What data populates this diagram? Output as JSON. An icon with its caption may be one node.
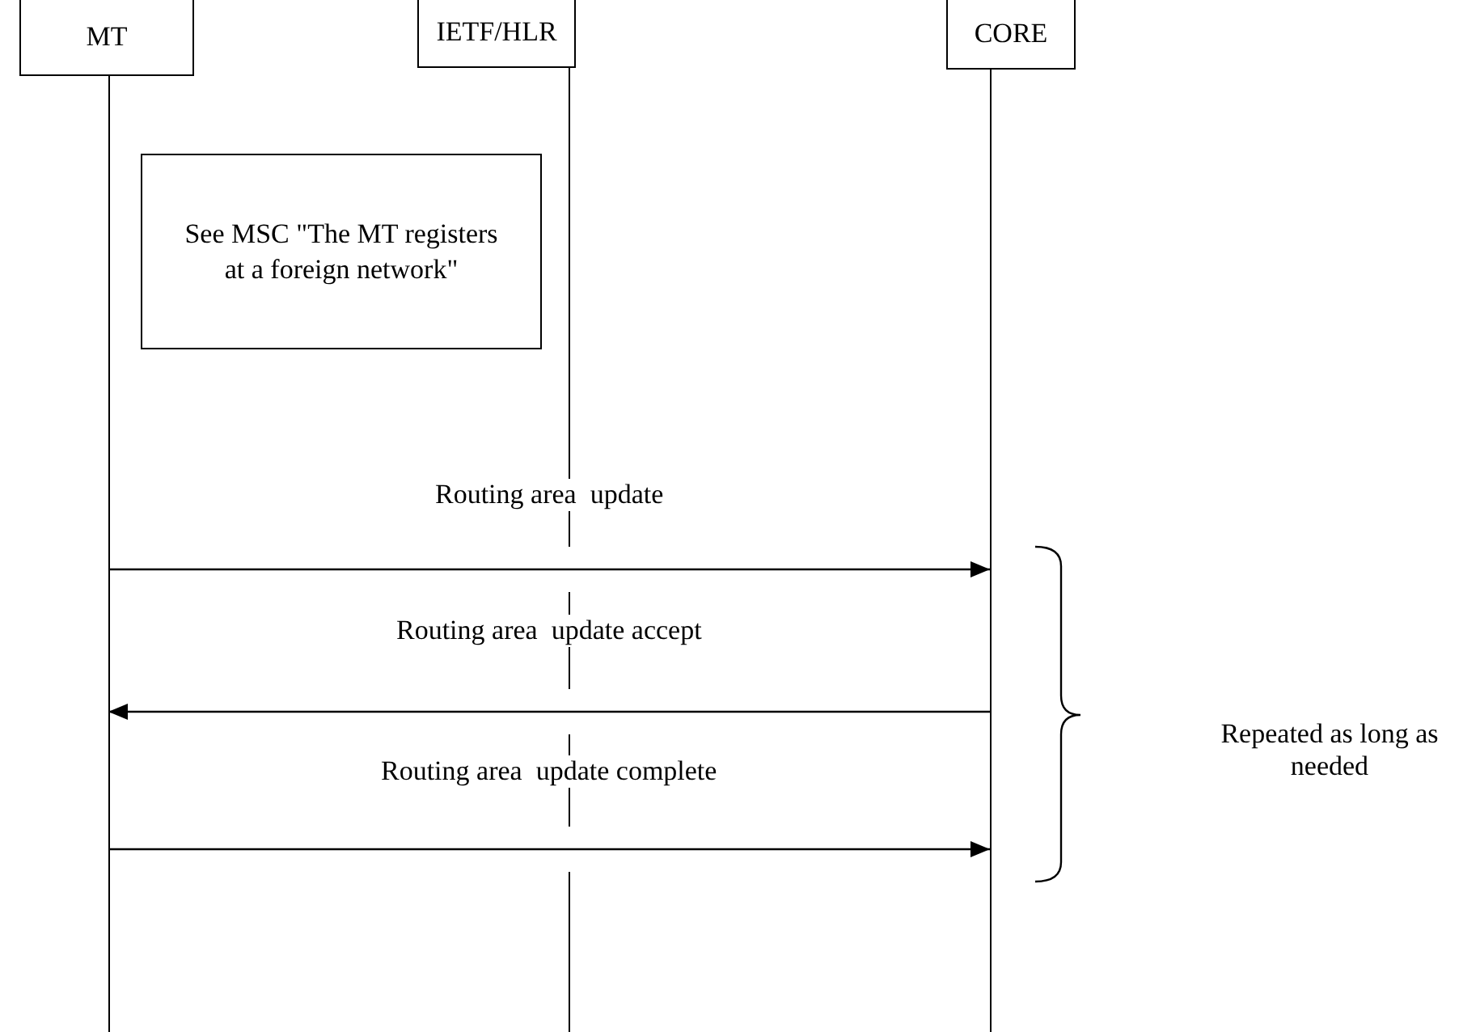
{
  "diagram": {
    "nodes": [
      {
        "text": [
          "MT"
        ]
      },
      {
        "text": [
          "IETF/HLR"
        ]
      },
      {
        "text": [
          "CORE"
        ]
      },
      {
        "text": [
          "See MSC \"The MT registers at a foreign network\""
        ]
      }
    ],
    "edges": [
      {
        "from": 0,
        "to": 2,
        "arrow": "to",
        "label": "Routing area  update"
      },
      {
        "from": 2,
        "to": 0,
        "arrow": "to",
        "label": "Routing area  update accept"
      },
      {
        "from": 0,
        "to": 2,
        "arrow": "to",
        "label": "Routing area  update complete"
      }
    ],
    "labels": [
      "Repeated as long as needed"
    ]
  }
}
